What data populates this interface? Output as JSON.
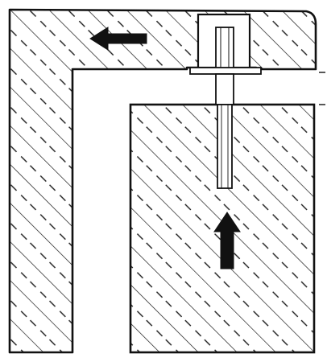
{
  "diagram": {
    "colors": {
      "ink": "#111111",
      "paper": "#ffffff",
      "hatch": "#1a1a1a"
    },
    "parts": [
      {
        "id": "upper-l-shaped-block",
        "role": "upper block",
        "hatched": true
      },
      {
        "id": "lower-block",
        "role": "lower block",
        "hatched": true
      },
      {
        "id": "bolt-pin",
        "role": "fastener pin",
        "hatched": false
      }
    ],
    "motion": [
      {
        "id": "arrow-left",
        "direction": "left",
        "applies_to": "upper-l-shaped-block"
      },
      {
        "id": "arrow-up",
        "direction": "up",
        "applies_to": "lower-block"
      }
    ]
  }
}
